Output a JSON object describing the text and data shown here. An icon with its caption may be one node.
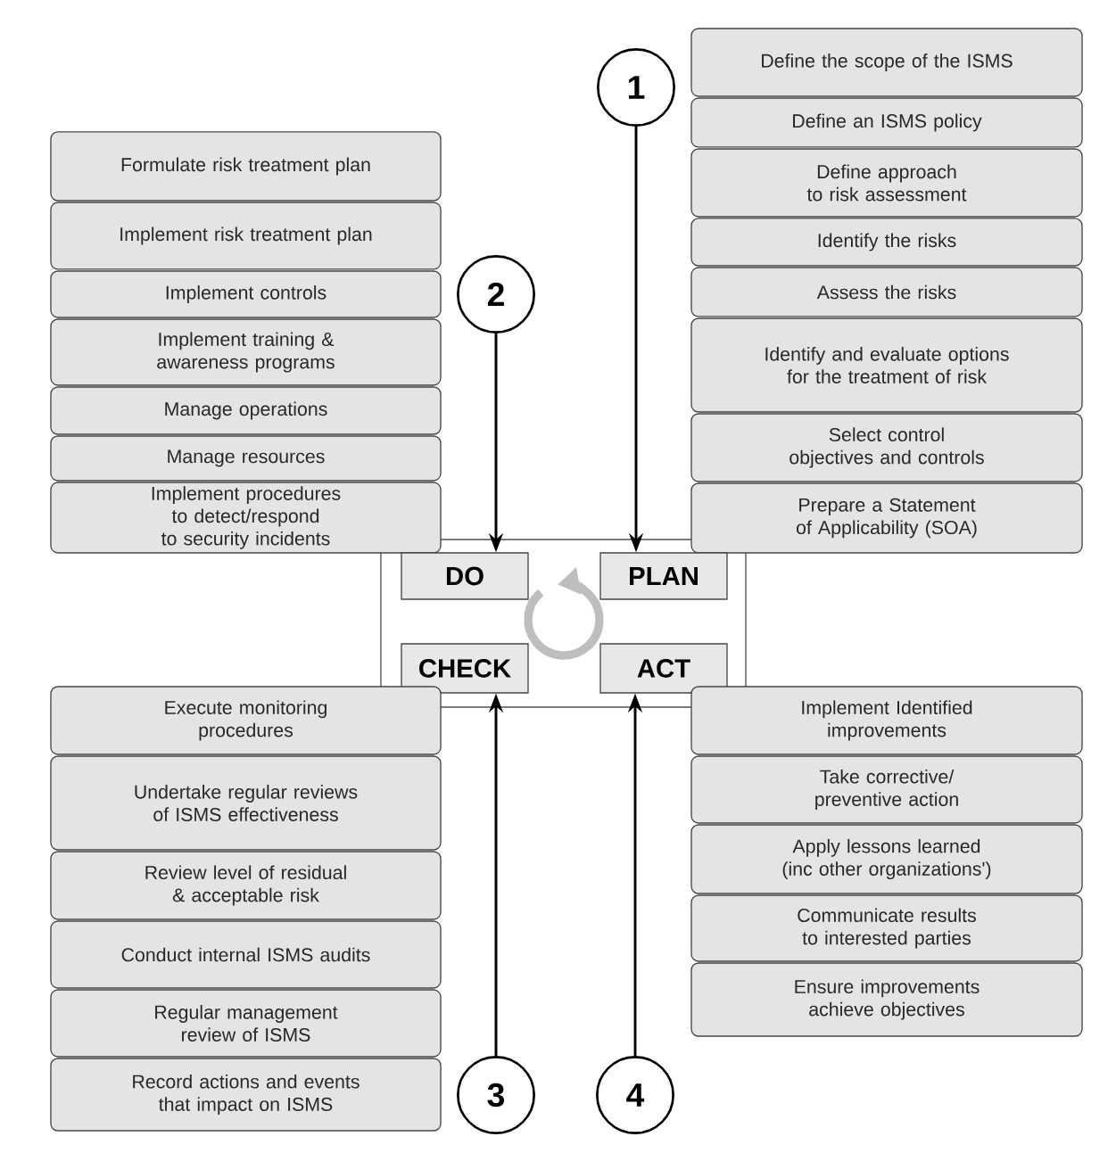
{
  "diagram": {
    "nodes": [
      {
        "text": [
          "Define the scope of the ISMS"
        ]
      },
      {
        "text": [
          "Define an ISMS policy"
        ]
      },
      {
        "text": [
          "Define approach to risk assessment"
        ]
      },
      {
        "text": [
          "Identify the risks"
        ]
      },
      {
        "text": [
          "Assess the risks"
        ]
      },
      {
        "text": [
          "Identify and evaluate options for the treatment of risk"
        ]
      },
      {
        "text": [
          "Select control objectives and controls"
        ]
      },
      {
        "text": [
          "Prepare a Statement of Applicability (SOA)"
        ]
      },
      {
        "text": [
          "1"
        ]
      },
      {
        "text": [
          "Formulate risk treatment plan"
        ]
      },
      {
        "text": [
          "Implement risk treatment plan"
        ]
      },
      {
        "text": [
          "Implement controls"
        ]
      },
      {
        "text": [
          "Implement training & awareness programs"
        ]
      },
      {
        "text": [
          "Manage operations"
        ]
      },
      {
        "text": [
          "Manage resources"
        ]
      },
      {
        "text": [
          "Implement procedures to detect/respond to security incidents"
        ]
      },
      {
        "text": [
          "2"
        ]
      },
      {
        "text": [],
        "shape": "box"
      },
      {
        "text": [
          "DO"
        ],
        "in": 17
      },
      {
        "text": [
          "PLAN"
        ],
        "in": 17
      },
      {
        "text": [
          "CHECK"
        ],
        "in": 17
      },
      {
        "text": [
          "ACT"
        ],
        "in": 17
      },
      {
        "text": [
          "Execute monitoring procedures"
        ]
      },
      {
        "text": [
          "Undertake regular reviews of ISMS effectiveness"
        ]
      },
      {
        "text": [
          "Review level of residual & acceptable risk"
        ]
      },
      {
        "text": [
          "Conduct internal ISMS audits"
        ]
      },
      {
        "text": [
          "Regular management review of ISMS"
        ]
      },
      {
        "text": [
          "Record actions and events that impact on ISMS"
        ]
      },
      {
        "text": [
          "3"
        ]
      },
      {
        "text": [
          "Implement Identified improvements"
        ]
      },
      {
        "text": [
          "Take corrective/ preventive action"
        ]
      },
      {
        "text": [
          "Apply lessons learned (inc other organizations')"
        ]
      },
      {
        "text": [
          "Communicate results to interested parties"
        ]
      },
      {
        "text": [
          "Ensure improvements achieve objectives"
        ]
      },
      {
        "text": [
          "4"
        ]
      }
    ],
    "edges": [
      {
        "from": 8,
        "to": 19,
        "arrow": "to"
      },
      {
        "from": 16,
        "to": 18,
        "arrow": "to"
      },
      {
        "from": 28,
        "to": 20,
        "arrow": "to"
      },
      {
        "from": 34,
        "to": 21,
        "arrow": "to"
      }
    ]
  }
}
